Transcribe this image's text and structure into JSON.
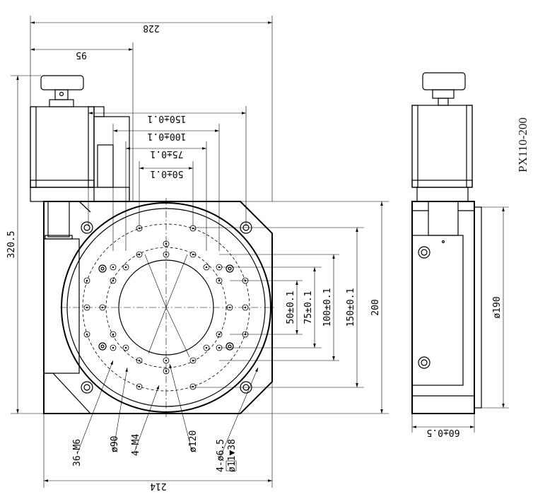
{
  "model": "PX110-200",
  "dims": {
    "overall_width": "228",
    "motor_offset": "95",
    "overall_height": "320.5",
    "bottom_width": "214",
    "base_side": "200",
    "side_depth": "60±0.5",
    "side_height": "ø190",
    "hole_150_h": "150±0.1",
    "hole_100_h": "100±0.1",
    "hole_75_h": "75±0.1",
    "hole_50_h": "50±0.1",
    "hole_50_v": "50±0.1",
    "hole_75_v": "75±0.1",
    "hole_100_v": "100±0.1",
    "hole_150_v": "150±0.1"
  },
  "callouts": {
    "threads": "36-M6",
    "circle_90": "ø90",
    "thread_4m4": "4-M4",
    "circle_120": "ø120",
    "cbore_holes": "4-ø6.5",
    "cbore_depth": "ø11▼38"
  }
}
